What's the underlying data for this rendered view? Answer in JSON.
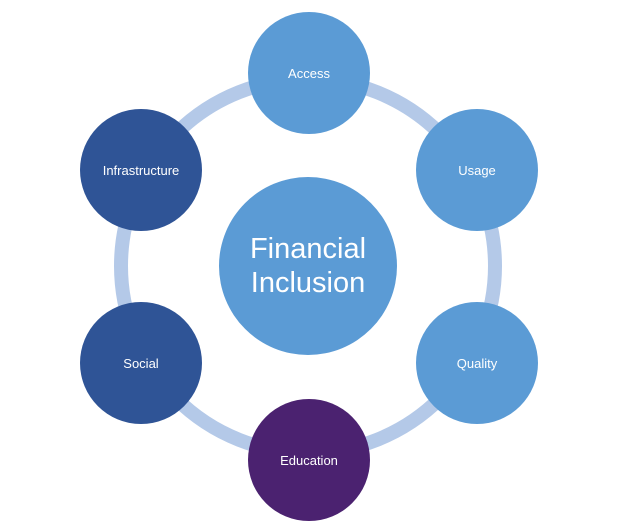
{
  "center": {
    "label": "Financial\nInclusion",
    "color": "#5b9bd5"
  },
  "ring_color": "#b4c9e8",
  "nodes": [
    {
      "label": "Access",
      "color": "#5b9bd5"
    },
    {
      "label": "Usage",
      "color": "#5b9bd5"
    },
    {
      "label": "Quality",
      "color": "#5b9bd5"
    },
    {
      "label": "Education",
      "color": "#4b2270"
    },
    {
      "label": "Social",
      "color": "#2f5496"
    },
    {
      "label": "Infrastructure",
      "color": "#2f5496"
    }
  ]
}
